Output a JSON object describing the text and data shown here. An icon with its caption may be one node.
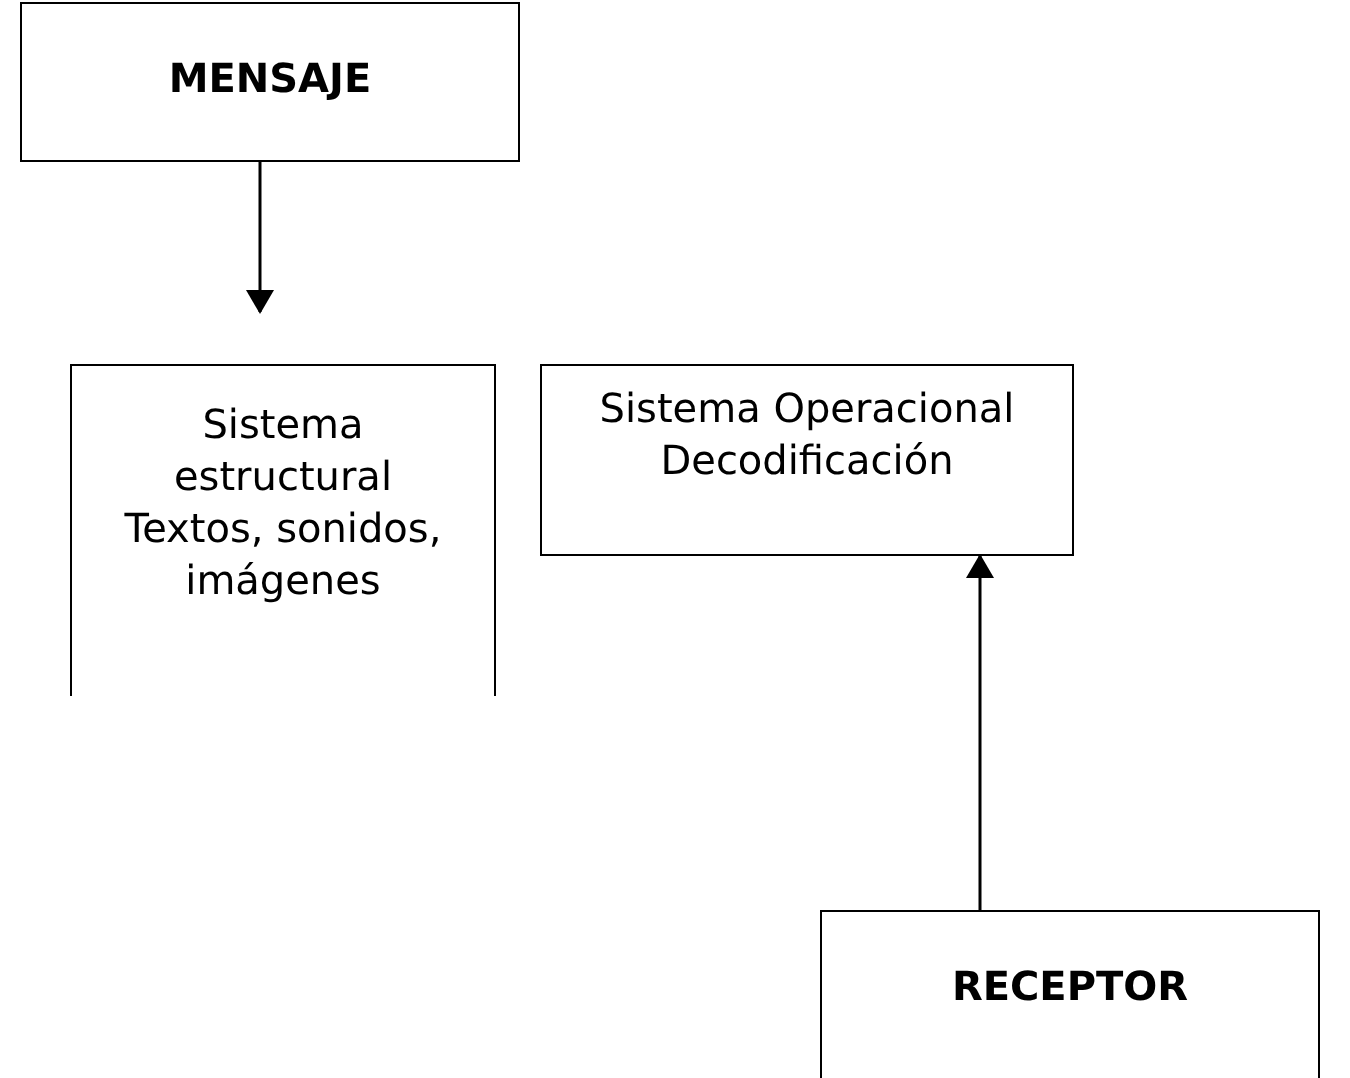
{
  "diagram": {
    "nodes": [
      {
        "text": [
          "MENSAJE"
        ]
      },
      {
        "text": [
          "Sistema estructural",
          "Textos, sonidos, imágenes"
        ]
      },
      {
        "text": [
          "Sistema Operacional",
          "Decodificación"
        ]
      },
      {
        "text": [
          "RECEPTOR"
        ]
      }
    ],
    "edges": [
      {
        "from": 0,
        "to": 1,
        "arrow": "to"
      },
      {
        "from": 3,
        "to": 2,
        "arrow": "to"
      }
    ]
  }
}
